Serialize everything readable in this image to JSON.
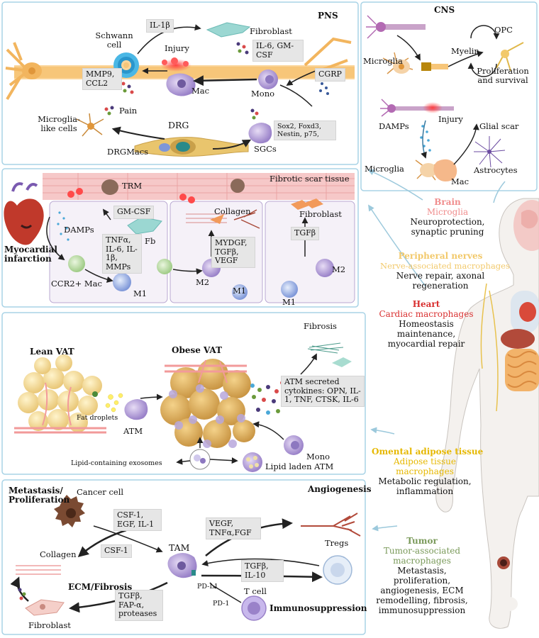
{
  "pns": {
    "title": "PNS",
    "schwann": "Schwann cell",
    "il1b": "IL-1β",
    "fibroblast": "Fibroblast",
    "injury": "Injury",
    "il6gmcsf": "IL-6, GM-CSF",
    "mmp9": "MMP9, CCL2",
    "mac": "Mac",
    "cgrp": "CGRP",
    "mono": "Mono",
    "pain": "Pain",
    "microglia_like": "Microglia-like cells",
    "drg": "DRG",
    "drgmacs": "DRGMacs",
    "sgcs": "SGCs",
    "sox2": "Sox2, Foxd3, Nestin, p75,"
  },
  "cns": {
    "title": "CNS",
    "opc": "OPC",
    "microglia1": "Microglia",
    "myelin": "Myelin",
    "prolif": "Proliferation and survival",
    "injury": "Injury",
    "damps": "DAMPs",
    "glial_scar": "Glial scar",
    "microglia2": "Microglia",
    "astrocytes": "Astrocytes",
    "mac": "Mac"
  },
  "heart": {
    "trm": "TRM",
    "fibrotic": "Fibrotic scar tissue",
    "mi": "Myocardial infarction",
    "damps": "DAMPs",
    "gmcsf": "GM-CSF",
    "fb": "Fb",
    "tnf": "TNFα, IL-6, IL-1β, MMPs",
    "ccr2": "CCR2+ Mac",
    "m1a": "M1",
    "collagen": "Collagen",
    "mydgf": "MYDGF, TGFβ, VEGF",
    "m2a": "M2",
    "m1b": "M1",
    "fibroblast": "Fibroblast",
    "tgfb": "TGFβ",
    "m2b": "M2",
    "m1c": "M1"
  },
  "vat": {
    "lean": "Lean VAT",
    "obese": "Obese VAT",
    "fibrosis": "Fibrosis",
    "atm_secreted": "ATM secreted cytokines: OPN, IL-1, TNF, CTSK, IL-6",
    "fat_droplets": "Fat droplets",
    "atm": "ATM",
    "mono": "Mono",
    "exosomes": "Lipid-containing exosomes",
    "laden": "Lipid laden ATM"
  },
  "tumor": {
    "metastasis": "Metastasis/ Proliferation",
    "cancer_cell": "Cancer cell",
    "angiogenesis": "Angiogenesis",
    "csf1egf": "CSF-1, EGF, IL-1",
    "vegf": "VEGF, TNFα,FGF",
    "collagen": "Collagen",
    "csf1": "CSF-1",
    "tam": "TAM",
    "tregs": "Tregs",
    "ecm": "ECM/Fibrosis",
    "tgfb_il10": "TGFβ, IL-10",
    "pdl1": "PD-L1",
    "tcell": "T cell",
    "pd1": "PD-1",
    "immunosuppression": "Immunosuppression",
    "tgfb_fap": "TGFβ, FAP-α, proteases",
    "fibroblast": "Fibroblast"
  },
  "body": {
    "brain": {
      "organ": "Brain",
      "type": "Microglia",
      "desc": "Neuroprotection, synaptic pruning"
    },
    "nerves": {
      "organ": "Peripheral nerves",
      "type": "Nerve-associated macrophages",
      "desc": "Nerve repair, axonal regeneration"
    },
    "heart": {
      "organ": "Heart",
      "type": "Cardiac macrophages",
      "desc": "Homeostasis maintenance, myocardial repair"
    },
    "omentum": {
      "organ": "Omental adipose tissue",
      "type": "Adipose tissue macrophages",
      "desc": "Metabolic regulation, inflammation"
    },
    "tumor": {
      "organ": "Tumor",
      "type": "Tumor-associated macrophages",
      "desc": "Metastasis, proliferation, angiogenesis, ECM remodelling, fibrosis, immunosuppression"
    }
  },
  "colors": {
    "panel_border": "#a9d3e6",
    "brain": "#f08d8d",
    "nerves": "#f2c96b",
    "heart_label": "#d93030",
    "omentum": "#e6b800",
    "tumor": "#7a9a5a",
    "macrophage": "#9a82c9"
  }
}
